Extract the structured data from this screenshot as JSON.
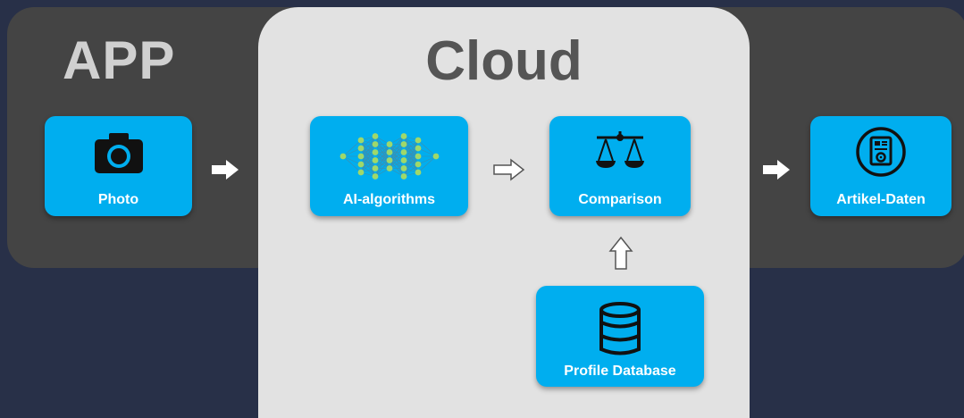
{
  "app": {
    "title": "APP"
  },
  "cloud": {
    "title": "Cloud"
  },
  "nodes": {
    "photo": {
      "label": "Photo",
      "icon": "camera-icon"
    },
    "ai": {
      "label": "AI-algorithms",
      "icon": "neural-network-icon"
    },
    "comparison": {
      "label": "Comparison",
      "icon": "scales-icon"
    },
    "database": {
      "label": "Profile Database",
      "icon": "database-icon"
    },
    "artikel": {
      "label": "Artikel-Daten",
      "icon": "document-gear-icon"
    }
  },
  "colors": {
    "background": "#283048",
    "app_band": "#444444",
    "cloud_panel": "#e2e2e2",
    "node_fill": "#00aeef",
    "node_text": "#ffffff",
    "icon_dark": "#111111"
  }
}
